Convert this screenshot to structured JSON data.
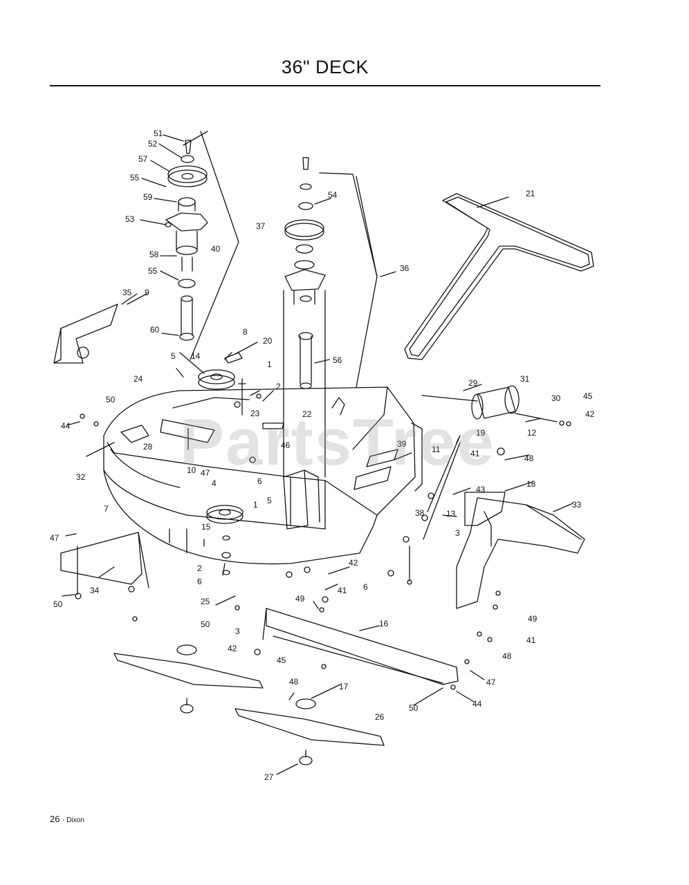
{
  "page": {
    "title": "36\" DECK",
    "watermark": "PartsTree",
    "footer_page": "26",
    "footer_brand": "Dixon"
  },
  "callouts": [
    "51",
    "52",
    "57",
    "55",
    "59",
    "53",
    "40",
    "58",
    "55",
    "60",
    "37",
    "35",
    "9",
    "8",
    "20",
    "14",
    "5",
    "1",
    "24",
    "2",
    "50",
    "44",
    "23",
    "22",
    "46",
    "28",
    "32",
    "10",
    "47",
    "4",
    "6",
    "1",
    "5",
    "15",
    "2",
    "6",
    "7",
    "47",
    "34",
    "50",
    "25",
    "50",
    "3",
    "42",
    "45",
    "48",
    "54",
    "36",
    "56",
    "21",
    "29",
    "31",
    "30",
    "45",
    "42",
    "19",
    "12",
    "39",
    "11",
    "41",
    "48",
    "18",
    "43",
    "38",
    "13",
    "3",
    "33",
    "42",
    "6",
    "41",
    "49",
    "16",
    "49",
    "41",
    "48",
    "47",
    "44",
    "50",
    "17",
    "26",
    "27"
  ]
}
